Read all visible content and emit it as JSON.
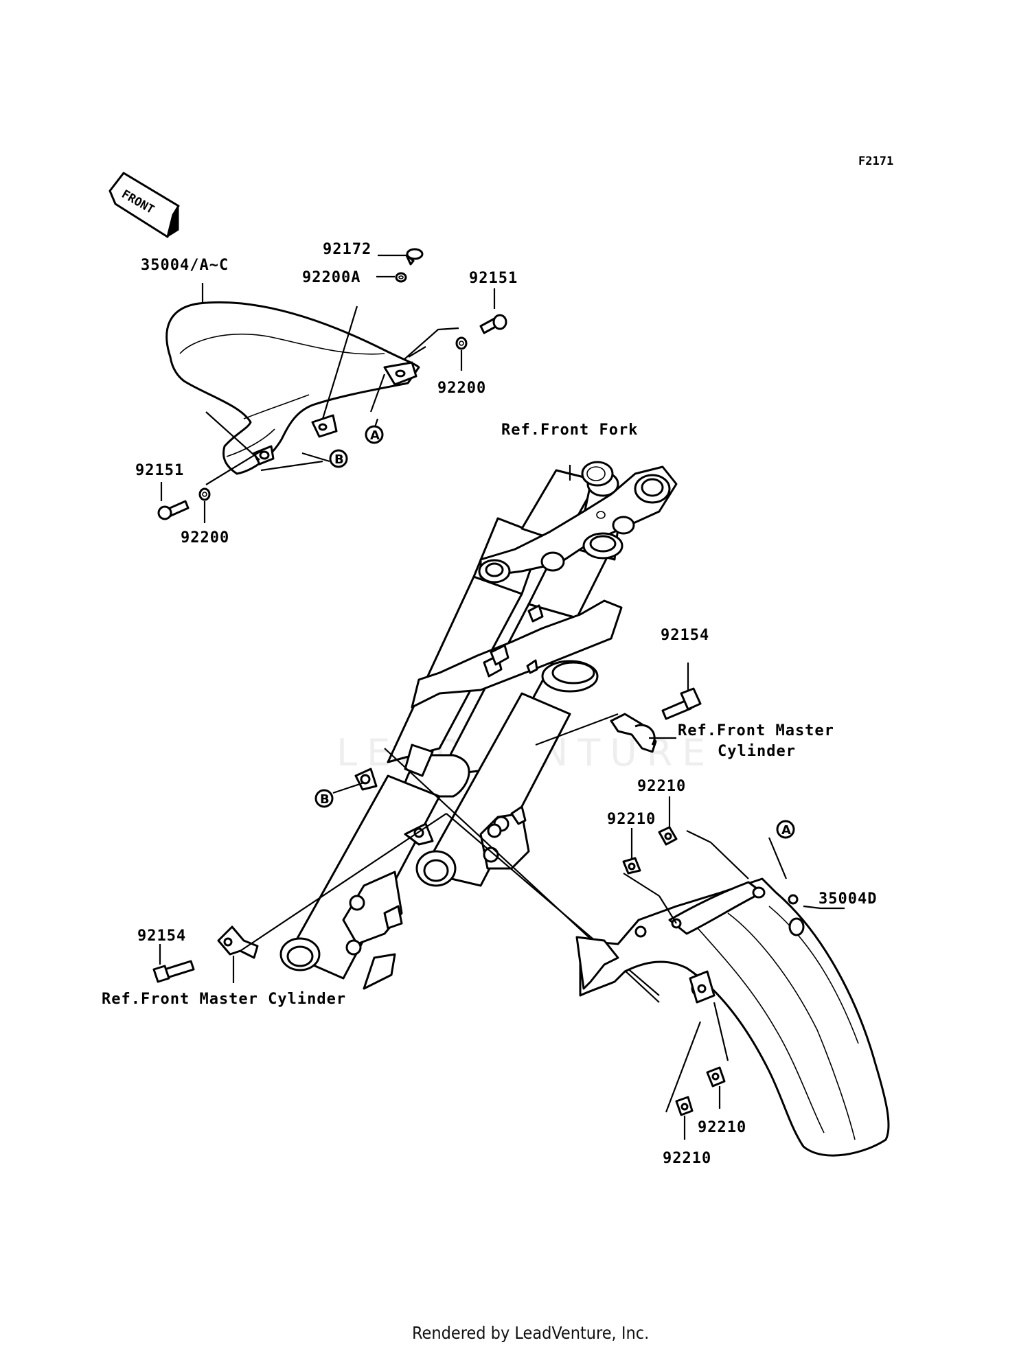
{
  "figure_code": "F2171",
  "front_label": "FRONT",
  "watermark": "LEADVENTURE",
  "footer": "Rendered by LeadVenture, Inc.",
  "callouts": {
    "a": "A",
    "b": "B"
  },
  "labels": {
    "p35004_ac": "35004/A~C",
    "p92172": "92172",
    "p92200a": "92200A",
    "p92151_top": "92151",
    "p92200_right": "92200",
    "p92151_left": "92151",
    "p92200_left": "92200",
    "ref_front_fork": "Ref.Front Fork",
    "p92154_right": "92154",
    "ref_fmc_right_1": "Ref.Front Master",
    "ref_fmc_right_2": "Cylinder",
    "p92210_a": "92210",
    "p92210_b": "92210",
    "p35004d": "35004D",
    "p92154_left": "92154",
    "ref_fmc_left": "Ref.Front Master Cylinder",
    "p92210_c": "92210",
    "p92210_d": "92210"
  }
}
